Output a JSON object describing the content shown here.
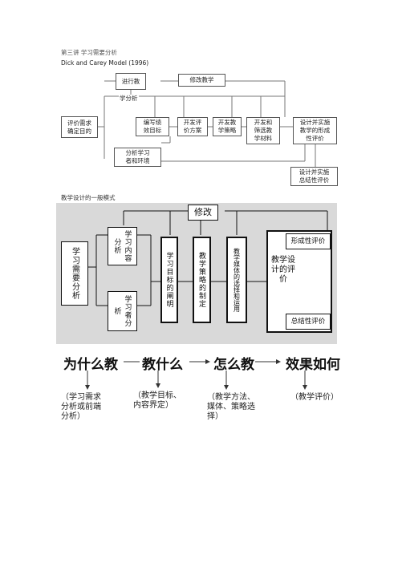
{
  "section1": {
    "heading": "第三讲 学习需要分析",
    "model_title": "Dick and Carey Model (1996)",
    "boxes": {
      "instruct_top": "进行教",
      "instruct_bottom": "学分析",
      "revise": "修改教学",
      "assess_needs_1": "评价需求",
      "assess_needs_2": "确定目的",
      "objectives_1": "编写绩",
      "objectives_2": "效目标",
      "assessment_1": "开发评",
      "assessment_2": "价方案",
      "strategy_1": "开发教",
      "strategy_2": "学策略",
      "materials_1": "开发和",
      "materials_2": "筛选教",
      "materials_3": "学材料",
      "formative_1": "设计并实施",
      "formative_2": "教学的形成",
      "formative_3": "性评价",
      "learners_1": "分析学习",
      "learners_2": "者和环境",
      "summative_1": "设计并实施",
      "summative_2": "总结性评价"
    }
  },
  "section2": {
    "heading": "教学设计的一般模式",
    "boxes": {
      "revise": "修改",
      "needs": "学习需要分析",
      "content": "学习内容分析",
      "learner": "学习者分析",
      "objectives": "学习目标的阐明",
      "strategy": "教学策略的制定",
      "media": "教学媒体的选择和运用",
      "evaluation": "教学设计的评价",
      "formative": "形成性评价",
      "summative": "总结性评价"
    }
  },
  "section3": {
    "steps": [
      "为什么教",
      "教什么",
      "怎么教",
      "效果如何"
    ],
    "notes": [
      "（学习需求\n分析或前端\n分析）",
      "（教学目标、\n内容界定）",
      "（教学方法、\n媒体、策略选\n择）",
      "（教学评价）"
    ]
  }
}
